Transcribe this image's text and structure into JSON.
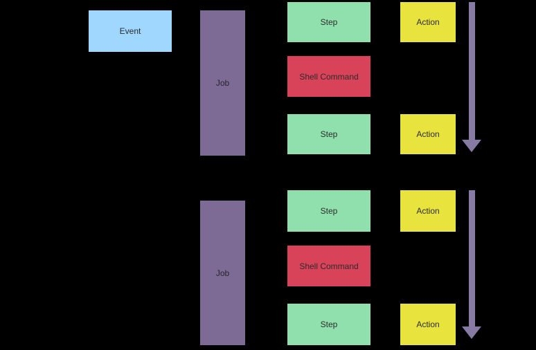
{
  "diagram": {
    "event_label": "Event",
    "groups": [
      {
        "job_label": "Job",
        "step1_label": "Step",
        "shell_label": "Shell Command",
        "step2_label": "Step",
        "action1_label": "Action",
        "action2_label": "Action"
      },
      {
        "job_label": "Job",
        "step1_label": "Step",
        "shell_label": "Shell Command",
        "step2_label": "Step",
        "action1_label": "Action",
        "action2_label": "Action"
      }
    ],
    "arrows": [
      {
        "icon": "down-arrow"
      },
      {
        "icon": "down-arrow"
      }
    ],
    "colors": {
      "event": "#9fd7ff",
      "job": "#7d6b95",
      "step": "#90e0ae",
      "shell_command": "#d9435a",
      "action": "#e9e33e",
      "arrow": "#877ba4",
      "background": "#000000",
      "text": "#2b2b2b"
    }
  }
}
